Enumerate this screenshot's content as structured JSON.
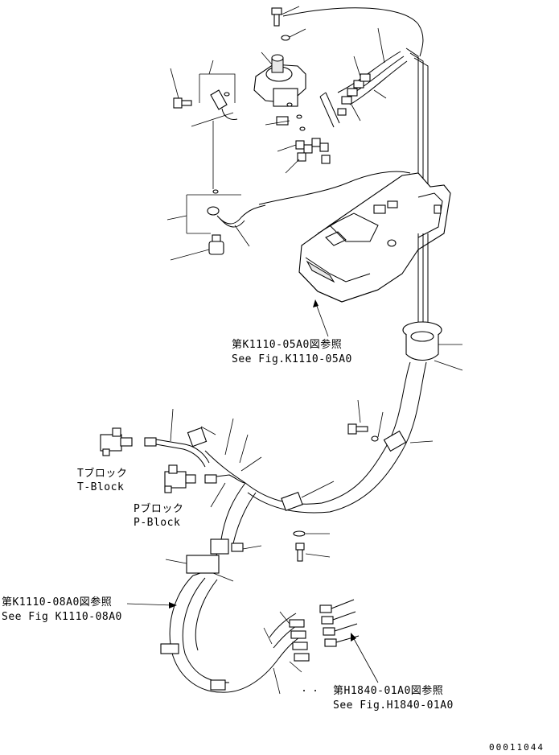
{
  "labels": {
    "ref_k1110_05a0_jp": "第K1110-05A0図参照",
    "ref_k1110_05a0_en": "See Fig.K1110-05A0",
    "t_block_jp": "Tブロック",
    "t_block_en": "T-Block",
    "p_block_jp": "Pブロック",
    "p_block_en": "P-Block",
    "ref_k1110_08a0_jp": "第K1110-08A0図参照",
    "ref_k1110_08a0_en": "See Fig K1110-08A0",
    "ref_h1840_01a0_jp": "第H1840-01A0図参照",
    "ref_h1840_01a0_en": "See Fig.H1840-01A0",
    "drawing_number": "00011044"
  }
}
